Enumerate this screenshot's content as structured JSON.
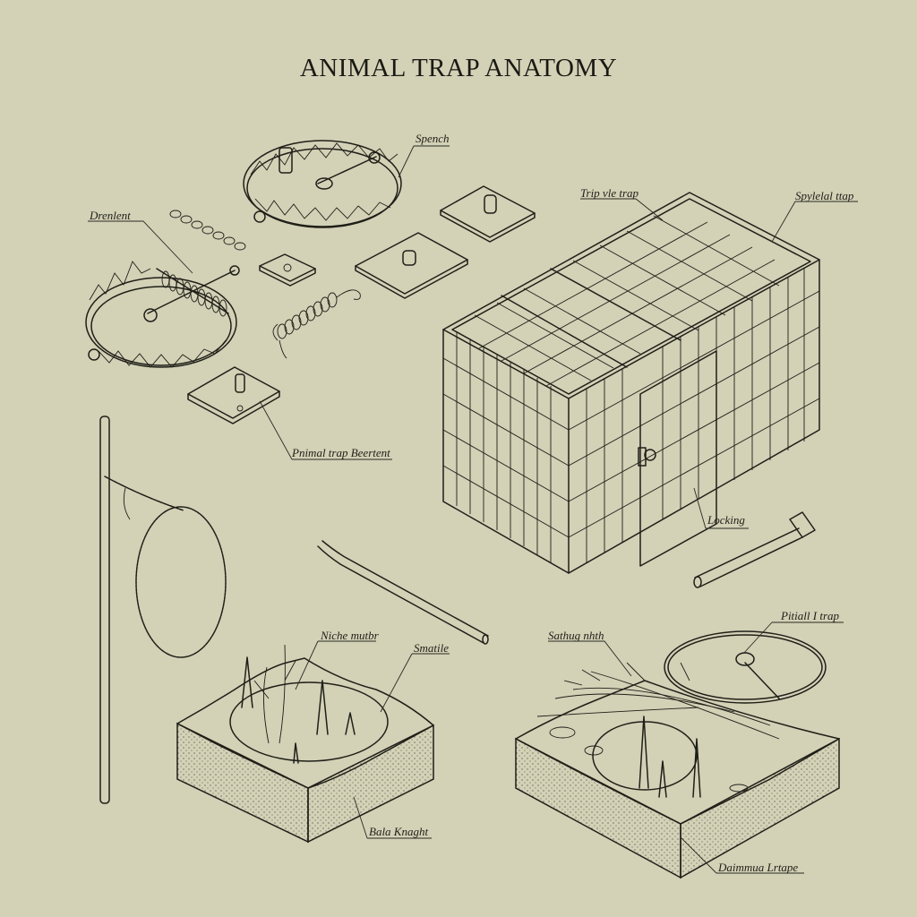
{
  "title": "ANIMAL TRAP ANATOMY",
  "colors": {
    "background": "#d3d1b6",
    "ink": "#1f1f18"
  },
  "labels": {
    "spench": "Spench",
    "drenlent": "Drenlent",
    "trip_vle_trap": "Trip vle trap",
    "spylelal_ttap": "Spylelal ttap",
    "pnimal_trap_beertent": "Pnimal trap Beertent",
    "locking": "Locking",
    "niche_mutbr": "Niche mutbr",
    "smatile": "Smatile",
    "sathug_nhth": "Sathug nhth",
    "pitiall_trap": "Pitiall I trap",
    "bala_knaght": "Bala Knaght",
    "daimmua_lrtape": "Daimmua Lrtape"
  },
  "components": [
    "jaw-trap-top",
    "jaw-trap-left",
    "chain",
    "spring",
    "pan-plate-small",
    "pan-plate-medium",
    "pan-plate-large",
    "base-plate",
    "cage-trap",
    "hammer-pin",
    "snare-pole",
    "snare-loop",
    "trigger-rod",
    "spike-pit-trap-left",
    "pitfall-trap-right"
  ]
}
